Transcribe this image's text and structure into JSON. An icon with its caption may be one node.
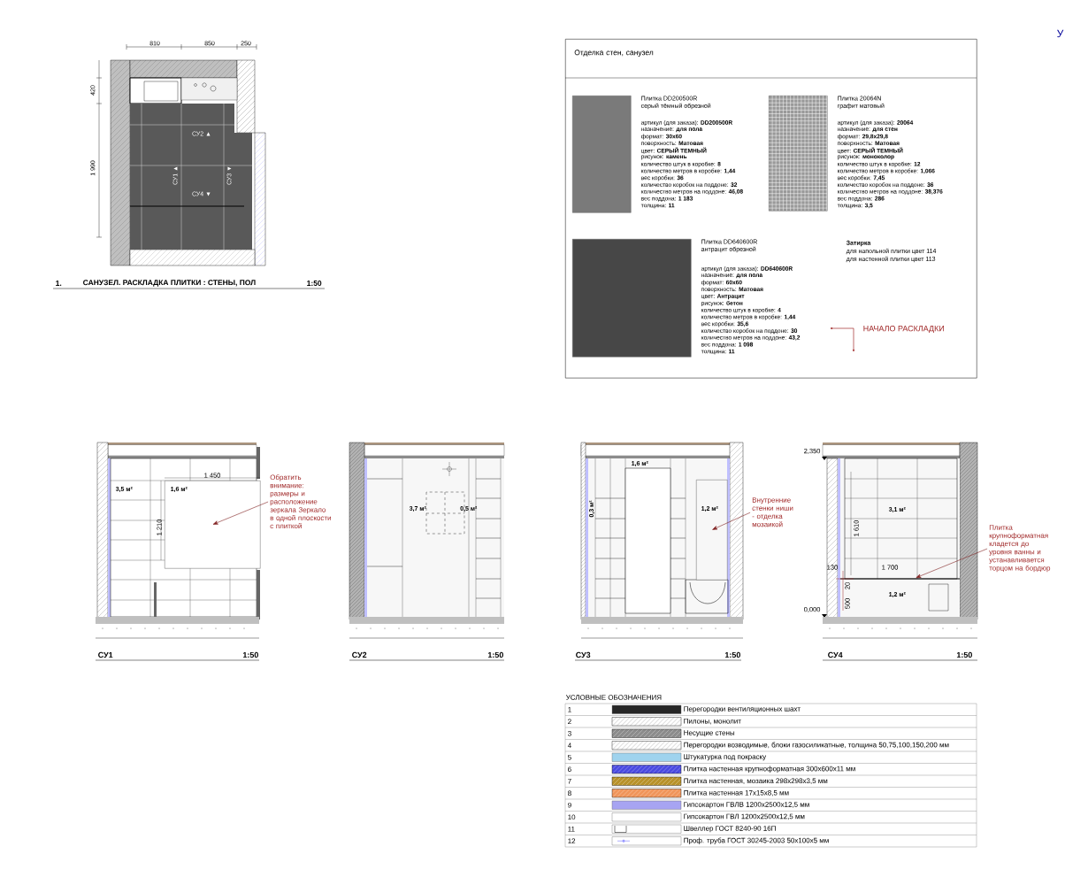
{
  "diagram": {
    "nodes": [
      {
        "text": [
          "Отделка стен, санузел"
        ]
      },
      {
        "text": [],
        "shape": "box",
        "in": 0,
        "beside": [
          "Плитка DD200500R",
          "серый тёмный обрезной"
        ]
      },
      {
        "text": [],
        "shape": "box",
        "in": 0,
        "beside": [
          "Плитка 20064N",
          "графит матовый"
        ]
      },
      {
        "text": [],
        "shape": "box",
        "in": 0,
        "beside": [
          "Плитка DD640600R",
          "антрацит обрезной"
        ]
      },
      {
        "text": [
          "Обратить внимание: размеры и расположение зеркала Зеркало в одной плоскости с плиткой"
        ]
      },
      {
        "text": [
          "Внутренние стенки ниши - отделка мозаикой"
        ]
      },
      {
        "text": [
          "Плитка крупноформатная кладется до уровня ванны и устанавливается торцом на бордюр"
        ]
      },
      {
        "text": [],
        "shape": "box"
      },
      {
        "text": [],
        "shape": "box"
      }
    ],
    "edges": [
      {
        "from": 4,
        "to": 7,
        "arrow": "to"
      },
      {
        "from": 5,
        "to": 8,
        "arrow": "to"
      },
      {
        "from": 6,
        "to": null,
        "arrow": "to"
      }
    ],
    "labels": [
      "810",
      "850",
      "250",
      "420",
      "1 990",
      "СУ2 ▲",
      "СУ1 ▲",
      "СУ3 ▼",
      "СУ4 ▼",
      "1.",
      "САНУЗЕЛ.  РАСКЛАДКА ПЛИТКИ : СТЕНЫ, ПОЛ",
      "1:50",
      "У",
      "артикул (для заказа): **DD200500R**",
      "назначение: **для пола**",
      "формат: **30x60**",
      "поверхность: **Матовая**",
      "цвет: **СЕРЫЙ ТЕМНЫЙ**",
      "рисунок: **камень**",
      "количество штук в коробке: **8**",
      "количество метров в коробке: **1,44**",
      "вес коробки: **36**",
      "количество коробок на поддоне: **32**",
      "количество метров на поддоне: **46,08**",
      "вес поддона: **1 183**",
      "толщина: **11**",
      "артикул (для заказа): **20064**",
      "назначение: **для стен**",
      "формат: **29,8x29,8**",
      "поверхность: **Матовая**",
      "цвет: **СЕРЫЙ ТЕМНЫЙ**",
      "рисунок: **моноколор**",
      "количество штук в коробке: **12**",
      "количество метров в коробке: **1,066**",
      "вес коробки: **7,45**",
      "количество коробок на поддоне: **36**",
      "количество метров на поддоне: **38,376**",
      "вес поддона: **286**",
      "толщина: **3,5**",
      "артикул (для заказа): **DD640600R**",
      "назначение: **для пола**",
      "формат: **60x60**",
      "поверхность: **Матовая**",
      "цвет: **Антрацит**",
      "рисунок: **бетон**",
      "количество штук в коробке: **4**",
      "количество метров в коробке: **1,44**",
      "вес коробки: **35,6**",
      "количество коробок на поддоне: **30**",
      "количество метров на поддоне: **43,2**",
      "вес поддона: **1 098**",
      "толщина: **11**",
      "Затирка",
      "для напольной плитки цвет 114",
      "для настенной плитки цвет 113",
      "НАЧАЛО РАСКЛАДКИ",
      "1 450",
      "3,5 м²",
      "1,6 м²",
      "1 210",
      "СУ1",
      "1:50",
      "3,7 м²",
      "0,5 м²",
      "СУ2",
      "1:50",
      "1,6 м²",
      "0,3 м²",
      "1,2 м²",
      "СУ3",
      "1:50",
      "2,350",
      "3,1 м²",
      "1 610",
      "130",
      "1 700",
      "20",
      "1,2 м²",
      "500",
      "0,000",
      "СУ4",
      "1:50",
      "УСЛОВНЫЕ ОБОЗНАЧЕНИЯ",
      "1",
      "2",
      "3",
      "4",
      "5",
      "6",
      "7",
      "8",
      "9",
      "10",
      "11",
      "12"
    ],
    "legend": [
      {
        "text": "Перегородки вентиляционных шахт",
        "color": "#262626"
      },
      {
        "text": "Пилоны, монолит"
      },
      {
        "text": "Несущие стены",
        "color": "#8c8c8c"
      },
      {
        "text": "Перегородки возводимые, блоки газосиликатные, толщина 50,75,100,150,200 мм"
      },
      {
        "text": "Штукатурка под покраску",
        "color": "#9fd3ee"
      },
      {
        "text": "Плитка настенная крупноформатная 300x600x11 мм",
        "color": "#4a4ae0"
      },
      {
        "text": "Плитка настенная, мозаика 298x298x3,5 мм",
        "color": "#b8922a"
      },
      {
        "text": "Плитка настенная 17x15x8,5 мм",
        "color": "#f0955a"
      },
      {
        "text": "Гипсокартон ГВЛВ 1200x2500x12,5 мм",
        "color": "#a7a4f2"
      },
      {
        "text": "Гипсокартон ГВЛ 1200x2500x12,5 мм"
      },
      {
        "text": "Швеллер ГОСТ 8240-90 16П"
      },
      {
        "text": "Проф. труба ГОСТ 30245-2003 50x100x5 мм"
      }
    ]
  }
}
